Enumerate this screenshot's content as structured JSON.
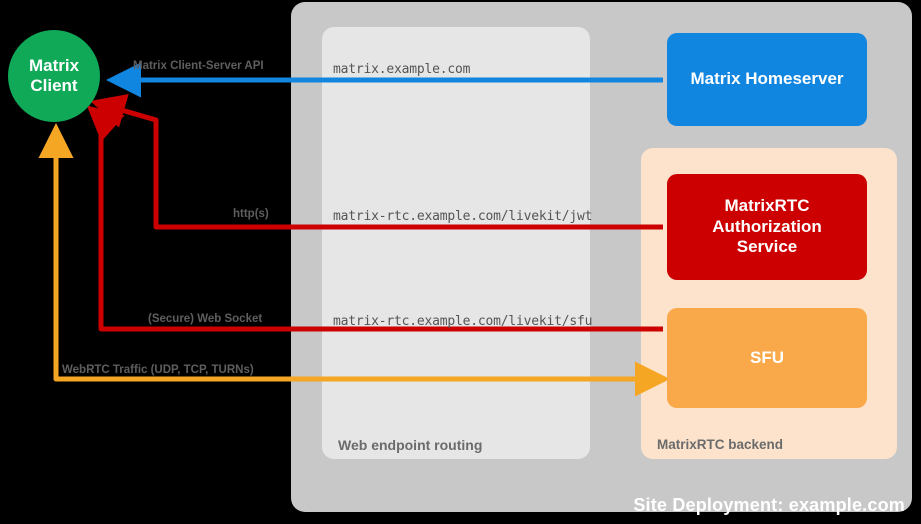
{
  "site": {
    "label": "Site Deployment: example.com"
  },
  "containers": {
    "web_routing": {
      "label": "Web endpoint routing",
      "color": "#e6e6e6"
    },
    "rtc_backend": {
      "label": "MatrixRTC backend",
      "color": "#fde3cb"
    },
    "outer": {
      "color": "#c8c8c8"
    }
  },
  "nodes": {
    "client": {
      "line1": "Matrix",
      "line2": "Client",
      "color": "#0fa958"
    },
    "homeserver": {
      "label": "Matrix Homeserver",
      "color": "#1186e0"
    },
    "auth_service": {
      "line1": "MatrixRTC",
      "line2": "Authorization",
      "line3": "Service",
      "color": "#cc0000"
    },
    "sfu": {
      "label": "SFU",
      "color": "#f9a94a"
    }
  },
  "edges": {
    "client_server_api": {
      "label": "Matrix Client-Server API",
      "color": "#1186e0"
    },
    "https": {
      "label": "http(s)",
      "color": "#cc0000"
    },
    "websocket": {
      "label": "(Secure) Web Socket",
      "color": "#cc0000"
    },
    "webrtc": {
      "label": "WebRTC Traffic (UDP, TCP, TURNs)",
      "color": "#f5a623"
    }
  },
  "endpoints": {
    "matrix": "matrix.example.com",
    "jwt": "matrix-rtc.example.com/livekit/jwt",
    "sfu": "matrix-rtc.example.com/livekit/sfu"
  }
}
